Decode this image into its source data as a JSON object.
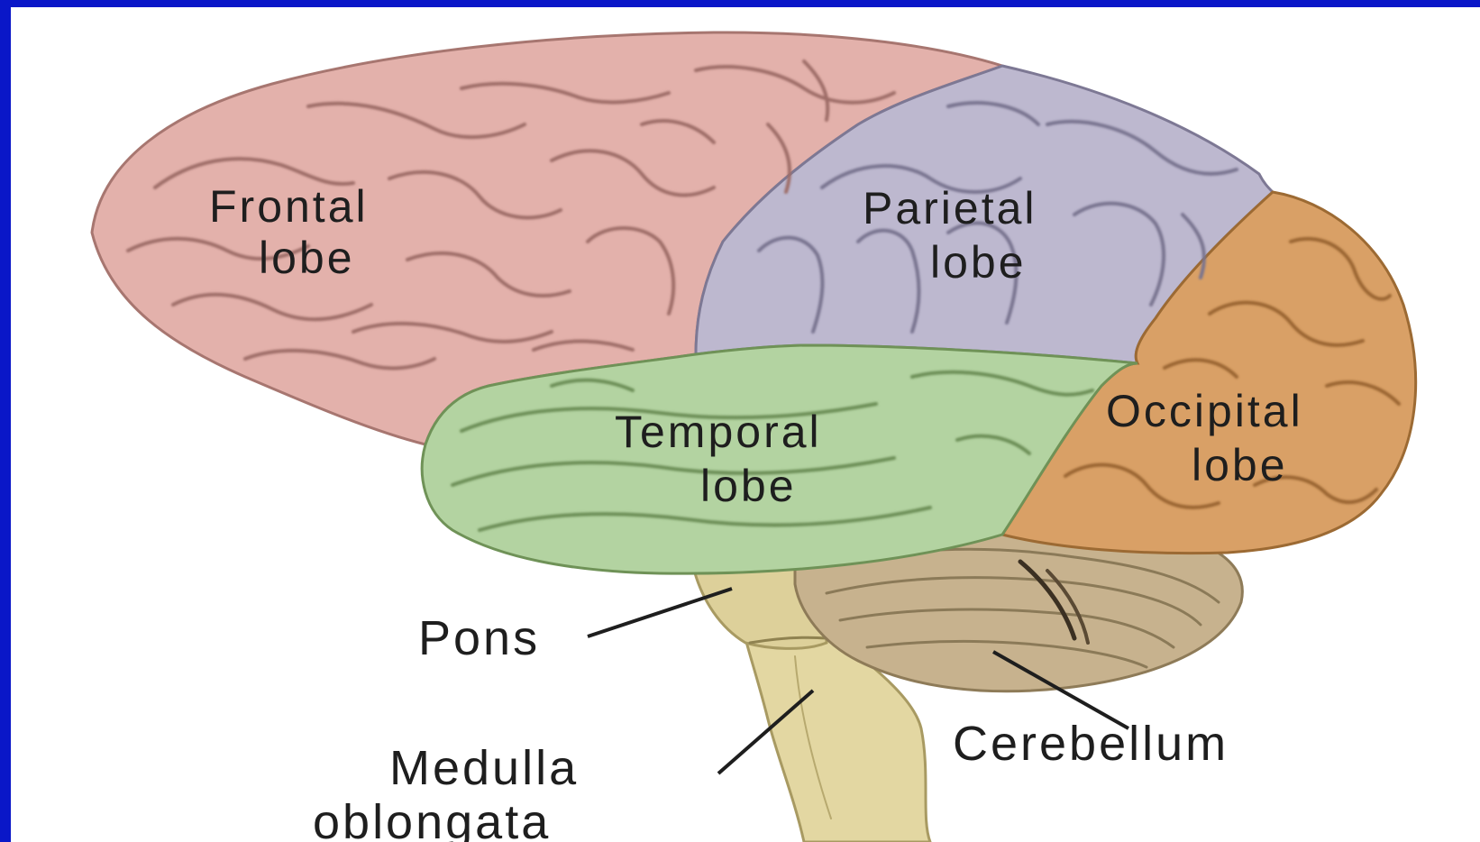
{
  "colors": {
    "border": "#0a17c8",
    "frontal": "#e3b1ab",
    "parietal": "#bdb8cf",
    "temporal": "#b3d3a1",
    "occipital": "#d9a066",
    "cerebellum": "#c7b28e",
    "brainstem": "#e3d7a2"
  },
  "labels": {
    "frontal": {
      "line1": "Frontal",
      "line2": "lobe"
    },
    "parietal": {
      "line1": "Parietal",
      "line2": "lobe"
    },
    "temporal": {
      "line1": "Temporal",
      "line2": "lobe"
    },
    "occipital": {
      "line1": "Occipital",
      "line2": "lobe"
    },
    "pons": "Pons",
    "cerebellum": "Cerebellum",
    "medulla": {
      "line1": "Medulla",
      "line2": "oblongata"
    }
  }
}
